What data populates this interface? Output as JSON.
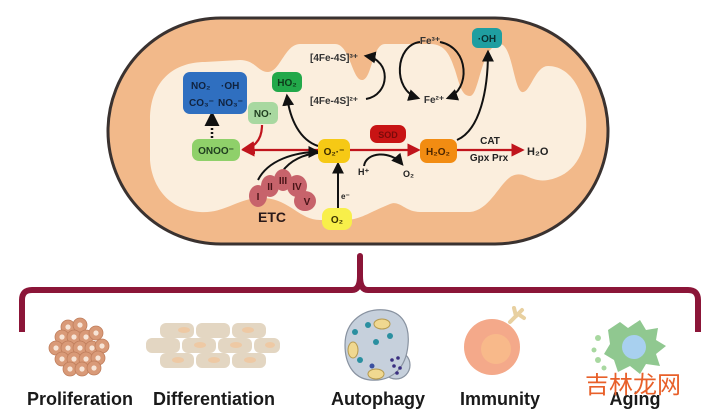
{
  "diagram": {
    "title": "Mitochondrial ROS generation and downstream cellular processes",
    "colors": {
      "mito_outline": "#3a3230",
      "mito_outer": "#f2b98a",
      "mito_matrix": "#fbeedd",
      "bracket": "#8b1538",
      "arrow_red": "#c0141c",
      "arrow_black": "#111111",
      "blue_box": "#2f6fc0",
      "green_dark": "#22a84a",
      "green_light": "#8fd06a",
      "green_pale": "#a8d8a0",
      "teal": "#1f9ea0",
      "yellow": "#f6c915",
      "yellow_light": "#f8ef4a",
      "orange": "#f28c12",
      "sod_red": "#c81414",
      "etc_complex": "#c7636b"
    },
    "nodes": {
      "rns_box": {
        "line1_a": "NO₂",
        "line1_b": "·OH",
        "line2_a": "CO₃⁻",
        "line2_b": "NO₃⁻"
      },
      "no": "NO·",
      "onoo": "ONOO⁻",
      "ho2": "HO₂",
      "fes3": "[4Fe-4S]³⁺",
      "fes2": "[4Fe-4S]²⁺",
      "fe3": "Fe³⁺",
      "fe2": "Fe²⁺",
      "oh": "·OH",
      "superoxide": "O₂·⁻",
      "sod": "SOD",
      "h2o2": "H₂O₂",
      "h_plus": "H⁺",
      "o2_product": "O₂",
      "cat": "CAT",
      "gpx_prx": "Gpx Prx",
      "h2o": "H₂O",
      "o2_source": "O₂",
      "electron": "e⁻",
      "etc_label": "ETC",
      "complexes": [
        "I",
        "II",
        "III",
        "IV",
        "V"
      ]
    },
    "processes": [
      {
        "label": "Proliferation",
        "icon": "cell-cluster-icon"
      },
      {
        "label": "Differentiation",
        "icon": "cell-layer-icon"
      },
      {
        "label": "Autophagy",
        "icon": "autophagosome-icon"
      },
      {
        "label": "Immunity",
        "icon": "immune-cell-icon"
      },
      {
        "label": "Aging",
        "icon": "senescent-cell-icon"
      }
    ],
    "watermark": "吉林龙网"
  }
}
